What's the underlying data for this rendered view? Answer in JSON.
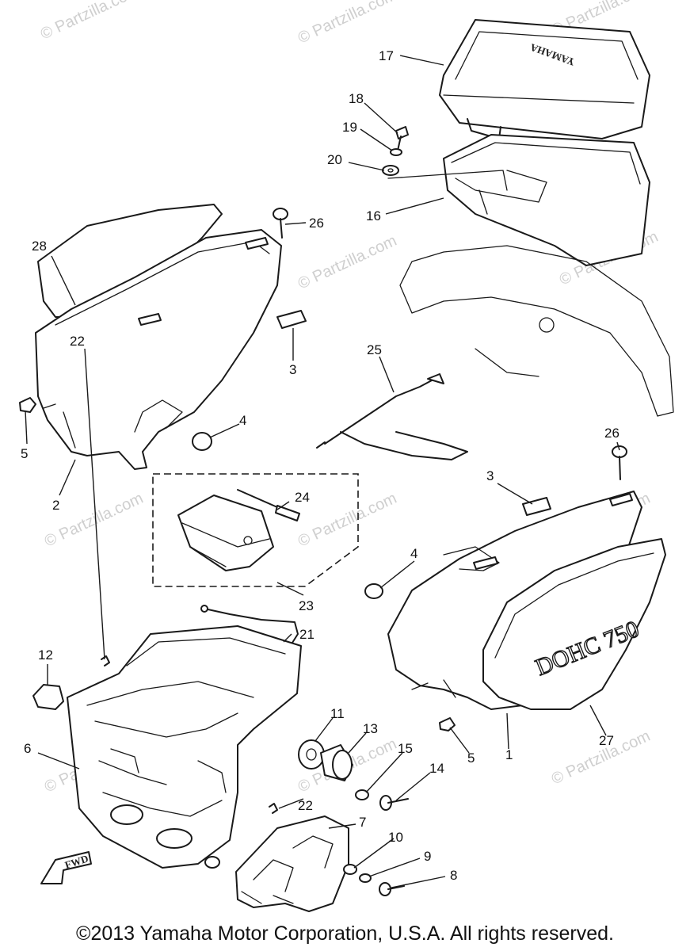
{
  "watermark": "© Partzilla.com",
  "copyright": "©2013 Yamaha Motor Corporation, U.S.A. All rights reserved.",
  "emblem_text": "DOHC 750",
  "case_logo": "YAMAHA",
  "fwd_label": "FWD",
  "callouts": [
    "17",
    "18",
    "19",
    "20",
    "16",
    "28",
    "26",
    "3",
    "25",
    "4",
    "5",
    "2",
    "26",
    "3",
    "24",
    "23",
    "4",
    "22",
    "21",
    "12",
    "11",
    "13",
    "15",
    "14",
    "6",
    "22",
    "7",
    "10",
    "9",
    "8",
    "5",
    "1",
    "27"
  ]
}
